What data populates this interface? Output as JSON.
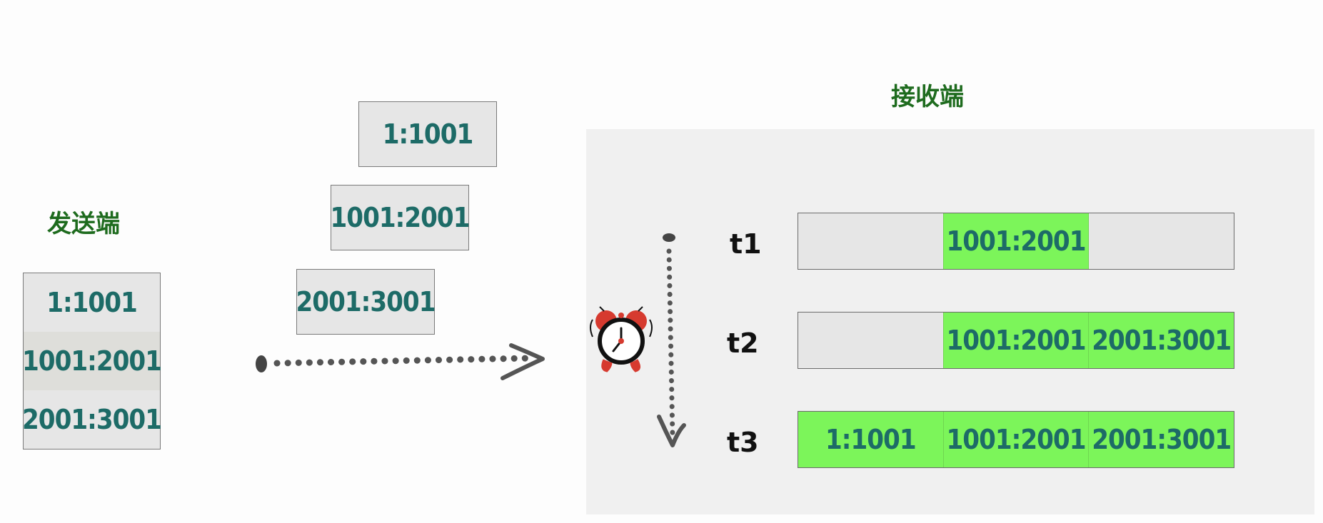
{
  "sender": {
    "title": "发送端",
    "segments": [
      "1:1001",
      "1001:2001",
      "2001:3001"
    ]
  },
  "in_flight": [
    "1:1001",
    "1001:2001",
    "2001:3001"
  ],
  "receiver": {
    "title": "接收端",
    "rows": [
      {
        "label": "t1",
        "slots": [
          "",
          "1001:2001",
          ""
        ]
      },
      {
        "label": "t2",
        "slots": [
          "",
          "1001:2001",
          "2001:3001"
        ]
      },
      {
        "label": "t3",
        "slots": [
          "1:1001",
          "1001:2001",
          "2001:3001"
        ]
      }
    ]
  },
  "icons": {
    "clock": "alarm-clock-icon",
    "send_arrow": "dotted-arrow-right",
    "time_arrow": "dotted-arrow-down"
  },
  "colors": {
    "heading": "#1e6b1e",
    "segment_text": "#1d6b67",
    "received": "#7cf55a",
    "empty": "#e6e6e6",
    "panel": "#f0f0f0"
  }
}
